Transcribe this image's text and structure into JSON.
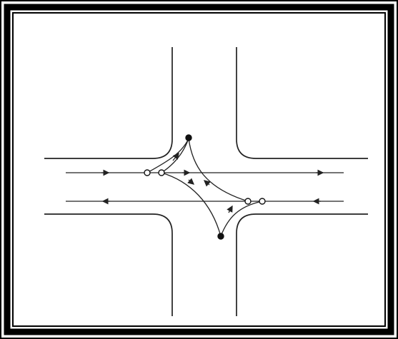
{
  "diagram": {
    "type": "intersection-conflict-diagram",
    "colors": {
      "background": "#ffffff",
      "frame": "#000000",
      "road_edges": "#222222",
      "flow_lines": "#222222",
      "conflict_point": "#111111"
    },
    "elements": {
      "road_edges": [
        "top-left-curb",
        "top-right-curb",
        "bottom-left-curb",
        "bottom-right-curb"
      ],
      "flow_lines": [
        "eastbound-through",
        "westbound-through",
        "left-turn-to-north",
        "left-turn-to-south",
        "right-turn-eastbound",
        "right-turn-westbound"
      ],
      "markers": {
        "open_points": 4,
        "filled_points": 2
      }
    }
  }
}
